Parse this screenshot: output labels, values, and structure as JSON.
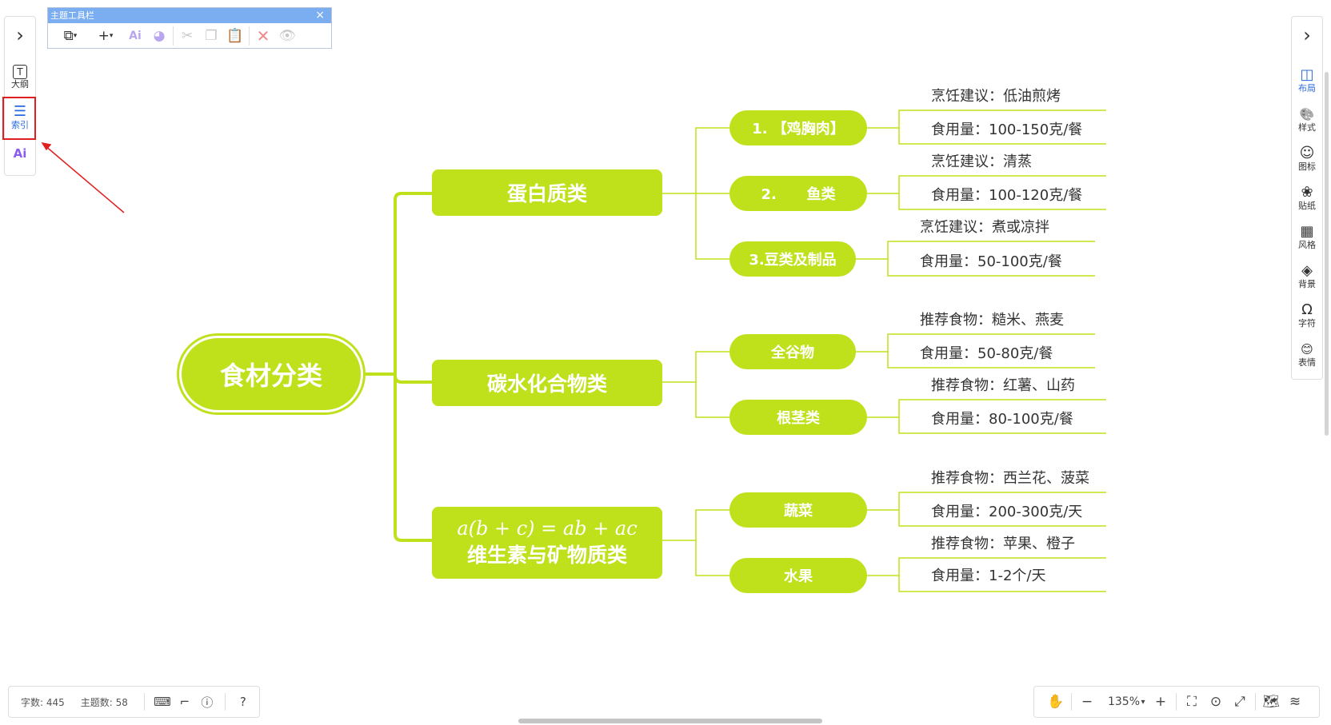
{
  "theme_toolbar": {
    "title": "主题工具栏",
    "close": "×",
    "icons": [
      "copy-style-icon",
      "add-icon",
      "ai-icon",
      "palette-icon",
      "cut-icon",
      "copy-icon",
      "paste-icon",
      "delete-icon",
      "eye-icon"
    ]
  },
  "left_bar": {
    "toggle": "›",
    "items": [
      {
        "label": "大纲",
        "icon": "T"
      },
      {
        "label": "索引",
        "icon": "☰"
      },
      {
        "label": "",
        "icon": "Ai"
      }
    ]
  },
  "right_bar": {
    "toggle": "›",
    "items": [
      {
        "label": "布局",
        "icon": "◫"
      },
      {
        "label": "样式",
        "icon": "🎨"
      },
      {
        "label": "图标",
        "icon": "☺"
      },
      {
        "label": "贴纸",
        "icon": "❀"
      },
      {
        "label": "风格",
        "icon": "▦"
      },
      {
        "label": "背景",
        "icon": "◈"
      },
      {
        "label": "字符",
        "icon": "Ω"
      },
      {
        "label": "表情",
        "icon": "😊"
      }
    ]
  },
  "mindmap": {
    "root": "食材分类",
    "branches": [
      {
        "label": "蛋白质类",
        "children": [
          {
            "label": "1. 【鸡胸肉】",
            "leaves": [
              "烹饪建议：低油煎烤",
              "食用量：100-150克/餐"
            ]
          },
          {
            "label": "2.      鱼类",
            "leaves": [
              "烹饪建议：清蒸",
              "食用量：100-120克/餐"
            ]
          },
          {
            "label": "3.豆类及制品",
            "leaves": [
              "烹饪建议：煮或凉拌",
              "食用量：50-100克/餐"
            ]
          }
        ]
      },
      {
        "label": "碳水化合物类",
        "children": [
          {
            "label": "全谷物",
            "leaves": [
              "推荐食物：糙米、燕麦",
              "食用量：50-80克/餐"
            ]
          },
          {
            "label": "根茎类",
            "leaves": [
              "推荐食物：红薯、山药",
              "食用量：80-100克/餐"
            ]
          }
        ]
      },
      {
        "label": "维生素与矿物质类",
        "formula": "a(b + c) = ab + ac",
        "children": [
          {
            "label": "蔬菜",
            "leaves": [
              "推荐食物：西兰花、菠菜",
              "食用量：200-300克/天"
            ]
          },
          {
            "label": "水果",
            "leaves": [
              "推荐食物：苹果、橙子",
              "食用量：1-2个/天"
            ]
          }
        ]
      }
    ]
  },
  "status_bar": {
    "word_count": "字数: 445",
    "topic_count": "主题数: 58"
  },
  "zoom_bar": {
    "zoom": "135%",
    "minus": "−",
    "plus": "+"
  },
  "colors": {
    "node": "#bfe11c",
    "accent": "#2a6bdc",
    "highlight": "#e02020"
  }
}
